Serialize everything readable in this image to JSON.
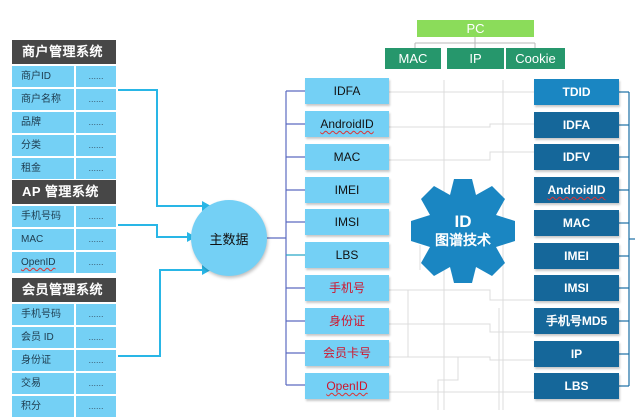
{
  "left_systems": [
    {
      "title": "商户管理系统",
      "rows": [
        {
          "key": "商户ID",
          "value": "......"
        },
        {
          "key": "商户名称",
          "value": "......"
        },
        {
          "key": "品牌",
          "value": "......"
        },
        {
          "key": "分类",
          "value": "......"
        },
        {
          "key": "租金",
          "value": "......"
        }
      ]
    },
    {
      "title": "AP 管理系统",
      "rows": [
        {
          "key": "手机号码",
          "value": "......"
        },
        {
          "key": "MAC",
          "value": "......"
        },
        {
          "key": "OpenID",
          "value": "......"
        }
      ]
    },
    {
      "title": "会员管理系统",
      "rows": [
        {
          "key": "手机号码",
          "value": "......"
        },
        {
          "key": "会员 ID",
          "value": "......"
        },
        {
          "key": "身份证",
          "value": "......"
        },
        {
          "key": "交易",
          "value": "......"
        },
        {
          "key": "积分",
          "value": "......"
        }
      ]
    }
  ],
  "master": {
    "label": "主数据"
  },
  "middle_ids": [
    {
      "label": "IDFA",
      "highlight": false
    },
    {
      "label": "AndroidID",
      "highlight": false
    },
    {
      "label": "MAC",
      "highlight": false
    },
    {
      "label": "IMEI",
      "highlight": false
    },
    {
      "label": "IMSI",
      "highlight": false
    },
    {
      "label": "LBS",
      "highlight": false
    },
    {
      "label": "手机号",
      "highlight": true
    },
    {
      "label": "身份证",
      "highlight": true
    },
    {
      "label": "会员卡号",
      "highlight": true
    },
    {
      "label": "OpenID",
      "highlight": true
    }
  ],
  "gear": {
    "line1": "ID",
    "line2": "图谱技术"
  },
  "pc_group": {
    "title": "PC",
    "children": [
      "MAC",
      "IP",
      "Cookie"
    ]
  },
  "right_ids": [
    "TDID",
    "IDFA",
    "IDFV",
    "AndroidID",
    "MAC",
    "IMEI",
    "IMSI",
    "手机号MD5",
    "IP",
    "LBS"
  ],
  "colors": {
    "header_dark": "#474747",
    "light_blue": "#74d0f5",
    "arrow_blue": "#29b6e6",
    "dark_blue": "#15679a",
    "bright_blue": "#1a86c2",
    "pc_green": "#8bdc5a",
    "pc_child_green": "#26976c",
    "highlight_red": "#d0142c",
    "connector_purple": "#5c6bc0"
  }
}
